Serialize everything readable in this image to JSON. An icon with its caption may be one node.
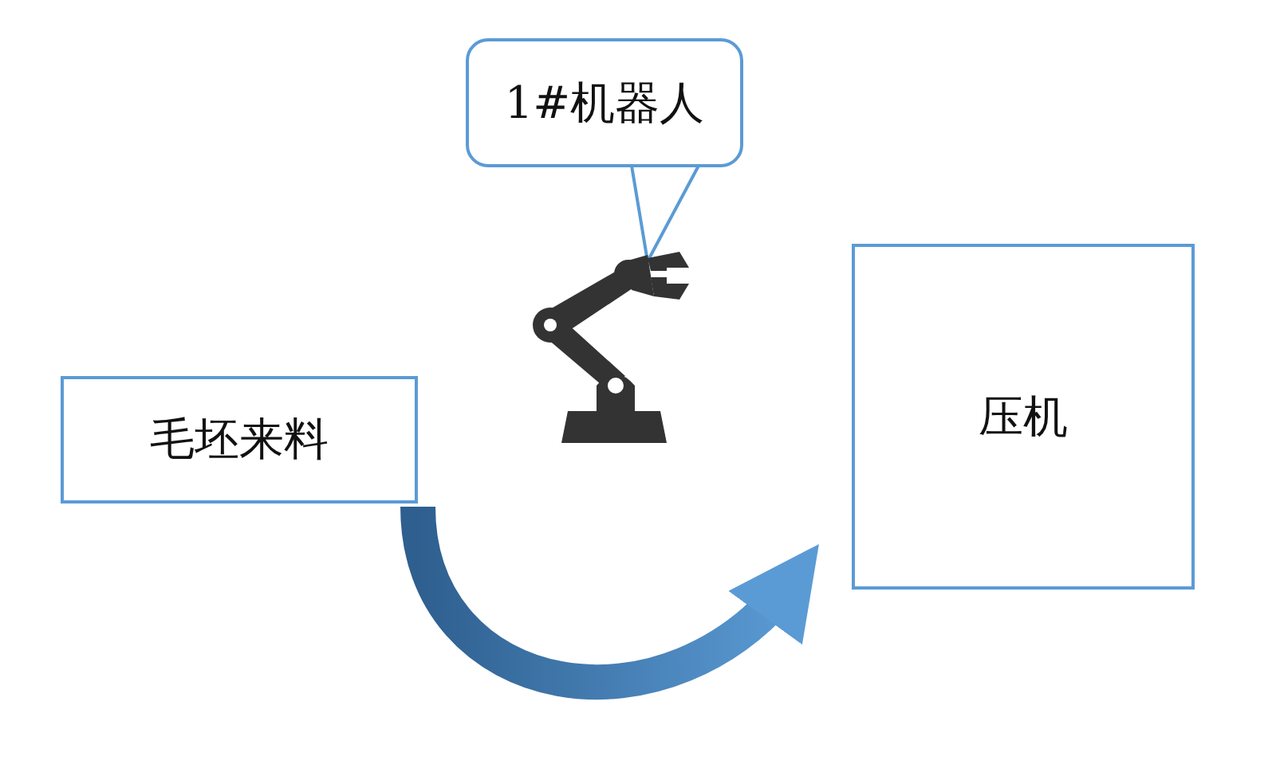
{
  "diagram": {
    "nodes": [
      {
        "text": [
          "毛坯来料"
        ]
      },
      {
        "text": [
          "压机"
        ]
      },
      {
        "text": [
          "1#机器人"
        ]
      },
      {
        "text": [],
        "shape": "picture"
      }
    ],
    "edges": [
      {
        "from": 0,
        "to": 1,
        "arrow": "to",
        "style": "thick"
      },
      {
        "from": 2,
        "to": 3,
        "arrow": "to"
      }
    ]
  }
}
